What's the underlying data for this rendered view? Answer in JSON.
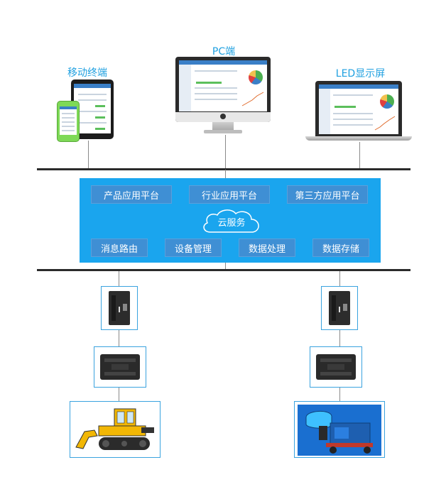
{
  "clients": {
    "mobile_label": "移动终端",
    "pc_label": "PC端",
    "led_label": "LED显示屏"
  },
  "cloud": {
    "top_row": [
      "产品应用平台",
      "行业应用平台",
      "第三方应用平台"
    ],
    "center_label": "云服务",
    "bottom_row": [
      "消息路由",
      "设备管理",
      "数据处理",
      "数据存储"
    ]
  },
  "colors": {
    "label_blue": "#1fa0e0",
    "cloud_panel": "#1aa5ee",
    "service_box": "#3f8fd4",
    "frame_border": "#3aa3df",
    "bus_line": "#2b2b2b"
  },
  "devices": {
    "left_stack": [
      "gateway-module-icon",
      "plc-controller-icon",
      "bulldozer-image"
    ],
    "right_stack": [
      "gateway-module-icon",
      "plc-controller-icon",
      "fog-cannon-truck-image"
    ]
  }
}
